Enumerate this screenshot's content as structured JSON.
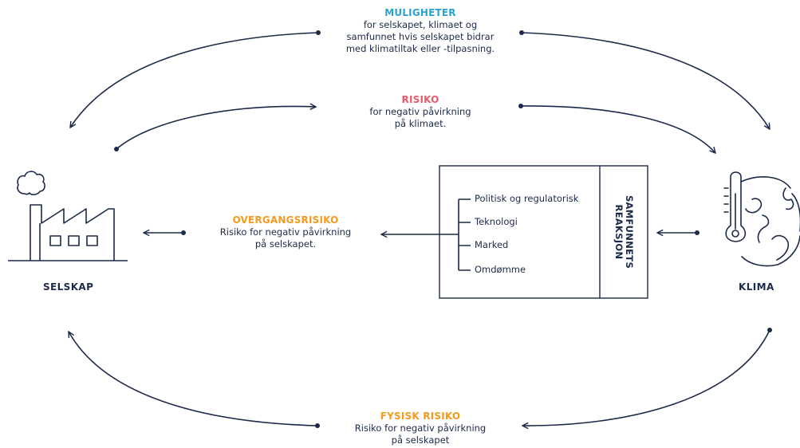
{
  "muligheter": {
    "title": "MULIGHETER",
    "lines": [
      "for selskapet, klimaet og",
      "samfunnet hvis selskapet bidrar",
      "med klimatiltak eller -tilpasning."
    ]
  },
  "risiko": {
    "title": "RISIKO",
    "lines": [
      "for negativ påvirkning",
      "på klimaet."
    ]
  },
  "overgangsrisiko": {
    "title": "OVERGANGSRISIKO",
    "lines": [
      "Risiko for negativ påvirkning",
      "på selskapet."
    ]
  },
  "fysisk_risiko": {
    "title": "FYSISK RISIKO",
    "lines": [
      "Risiko for negativ påvirkning",
      "på selskapet"
    ]
  },
  "samfunnets_reaksjon": {
    "title_lines": [
      "SAMFUNNETS",
      "REAKSJON"
    ],
    "items": [
      "Politisk og regulatorisk",
      "Teknologi",
      "Marked",
      "Omdømme"
    ]
  },
  "selskap": {
    "label": "SELSKAP",
    "icon": "factory-icon"
  },
  "klima": {
    "label": "KLIMA",
    "icon": "climate-thermometer-globe-icon"
  },
  "colors": {
    "navy": "#1b2a48",
    "teal": "#29a3d3",
    "red": "#e75a6a",
    "orange": "#f39a1f"
  }
}
